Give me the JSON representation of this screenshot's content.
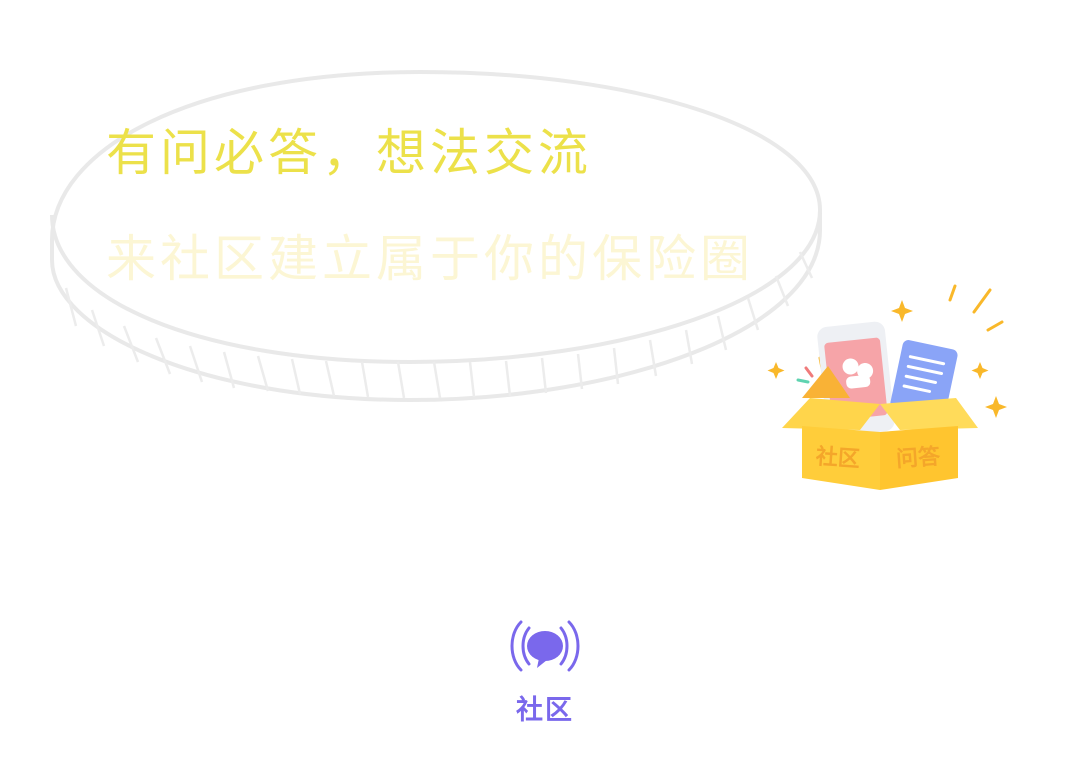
{
  "promo": {
    "headline": "有问必答，想法交流",
    "subline": "来社区建立属于你的保险圈"
  },
  "illustration": {
    "box_label_left": "社区",
    "box_label_right": "问答"
  },
  "bottom_nav": {
    "active_tab": {
      "label": "社区",
      "icon": "broadcast-chat-icon"
    }
  },
  "colors": {
    "headline": "#ece14a",
    "subline": "#fcf6d4",
    "accent_purple": "#7a68ec",
    "box_yellow": "#ffd23f",
    "box_text": "#f4a62a",
    "coin_outline": "#e8e8e8"
  }
}
